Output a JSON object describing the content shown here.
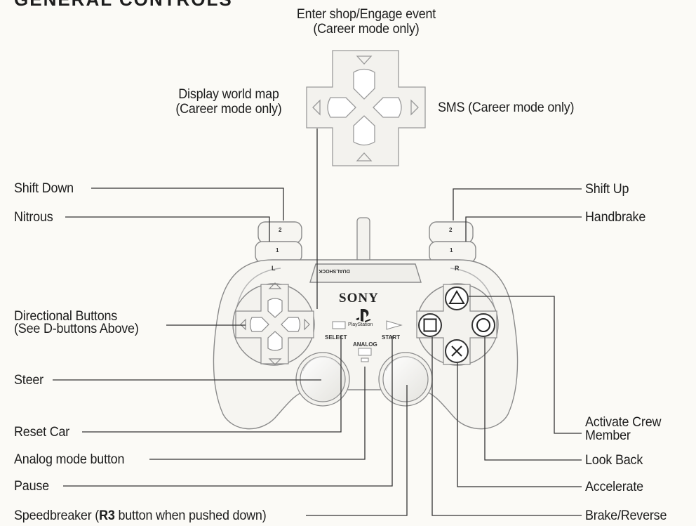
{
  "heading": "GENERAL CONTROLS",
  "controller": {
    "brand": "SONY",
    "logo_text": "PlayStation",
    "model_text": "DUALSHOCK",
    "select_text": "SELECT",
    "start_text": "START",
    "analog_text": "ANALOG",
    "l_text": "L",
    "r_text": "R",
    "l1_text": "1",
    "l2_text": "2",
    "r1_text": "1",
    "r2_text": "2"
  },
  "dpad_labels": {
    "up_line1": "Enter shop/Engage event",
    "up_line2": "(Career mode only)",
    "left_line1": "Display world map",
    "left_line2": "(Career mode only)",
    "right": "SMS (Career mode only)"
  },
  "left_labels": {
    "shift_down": "Shift Down",
    "nitrous": "Nitrous",
    "directional_line1": "Directional Buttons",
    "directional_line2": "(See D-buttons Above)",
    "steer": "Steer",
    "reset_car": "Reset Car",
    "analog_mode": "Analog mode button",
    "pause": "Pause",
    "speedbreaker_pre": "Speedbreaker (",
    "speedbreaker_bold": "R3",
    "speedbreaker_post": " button when pushed down)"
  },
  "right_labels": {
    "shift_up": "Shift Up",
    "handbrake": "Handbrake",
    "crew_line1": "Activate Crew",
    "crew_line2": "Member",
    "look_back": "Look Back",
    "accelerate": "Accelerate",
    "brake_reverse": "Brake/Reverse"
  },
  "colors": {
    "ink": "#1d1d1d",
    "outline": "#8a8a8a",
    "fill": "#f3f2ee",
    "leader": "#333333"
  }
}
